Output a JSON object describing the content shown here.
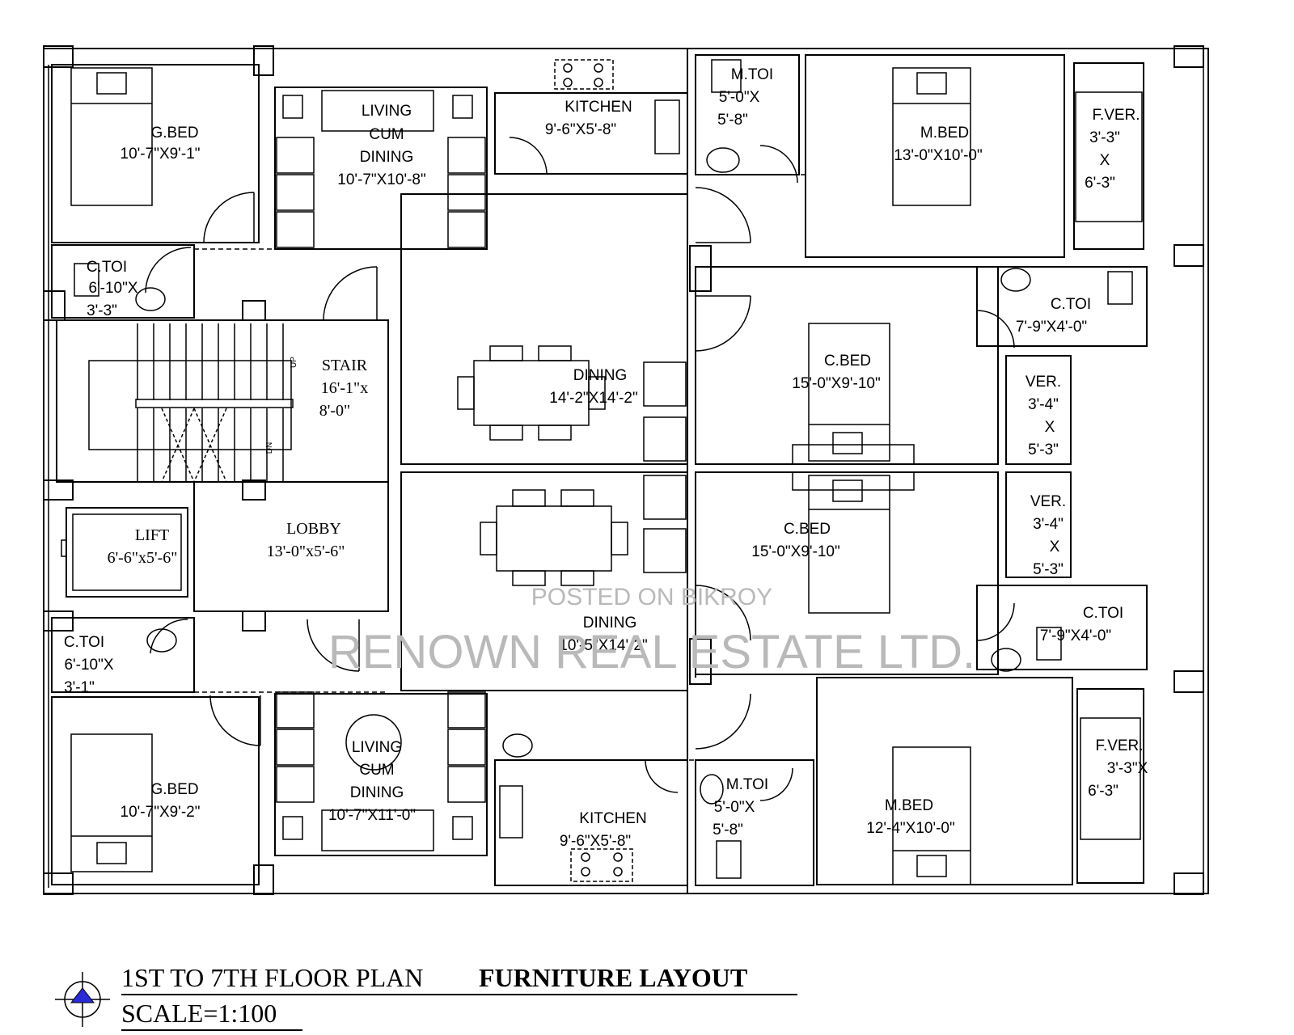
{
  "watermark": {
    "top": "POSTED ON BIKROY",
    "main": "RENOWN REAL ESTATE LTD."
  },
  "title": {
    "plan": "1ST TO 7TH FLOOR PLAN",
    "layout": "FURNITURE LAYOUT",
    "scale": "SCALE=1:100"
  },
  "stair_marks": {
    "up": "UP",
    "dn": "DN"
  },
  "rooms": {
    "gbed_top": {
      "name": "G.BED",
      "size": "10'-7\"X9'-1\""
    },
    "living_top": {
      "l1": "LIVING",
      "l2": "CUM",
      "l3": "DINING",
      "size": "10'-7\"X10'-8\""
    },
    "kitchen_top": {
      "name": "KITCHEN",
      "size": "9'-6\"X5'-8\""
    },
    "mtoi_top": {
      "name": "M.TOI",
      "size1": "5'-0\"X",
      "size2": "5'-8\""
    },
    "mbed_top": {
      "name": "M.BED",
      "size": "13'-0\"X10'-0\""
    },
    "fver_top": {
      "name": "F.VER.",
      "s1": "3'-3\"",
      "s2": "X",
      "s3": "6'-3\""
    },
    "ctoi_left_top": {
      "name": "C.TOI",
      "s1": "6'-10\"X",
      "s2": "3'-3\""
    },
    "stair": {
      "name": "STAIR",
      "s1": "16'-1\"x",
      "s2": "8'-0\""
    },
    "dining_top": {
      "name": "DINING",
      "size": "14'-2\"X14'-2\""
    },
    "cbed_top": {
      "name": "C.BED",
      "size": "15'-0\"X9'-10\""
    },
    "ctoi_right_top": {
      "name": "C.TOI",
      "size": "7'-9\"X4'-0\""
    },
    "ver_top": {
      "name": "VER.",
      "s1": "3'-4\"",
      "s2": "X",
      "s3": "5'-3\""
    },
    "lift": {
      "name": "LIFT",
      "size": "6'-6\"x5'-6\""
    },
    "lobby": {
      "name": "LOBBY",
      "size": "13'-0\"x5'-6\""
    },
    "cbed_bot": {
      "name": "C.BED",
      "size": "15'-0\"X9'-10\""
    },
    "ver_bot": {
      "name": "VER.",
      "s1": "3'-4\"",
      "s2": "X",
      "s3": "5'-3\""
    },
    "dining_bot": {
      "name": "DINING",
      "size": "10'-5\"X14'-2\""
    },
    "ctoi_right_bot": {
      "name": "C.TOI",
      "size": "7'-9\"X4'-0\""
    },
    "ctoi_left_bot": {
      "name": "C.TOI",
      "s1": "6'-10\"X",
      "s2": "3'-1\""
    },
    "gbed_bot": {
      "name": "G.BED",
      "size": "10'-7\"X9'-2\""
    },
    "living_bot": {
      "l1": "LIVING",
      "l2": "CUM",
      "l3": "DINING",
      "size": "10'-7\"X11'-0\""
    },
    "kitchen_bot": {
      "name": "KITCHEN",
      "size": "9'-6\"X5'-8\""
    },
    "mtoi_bot": {
      "name": "M.TOI",
      "size1": "5'-0\"X",
      "size2": "5'-8\""
    },
    "mbed_bot": {
      "name": "M.BED",
      "size": "12'-4\"X10'-0\""
    },
    "fver_bot": {
      "name": "F.VER.",
      "s1": "3'-3\"X",
      "s2": "6'-3\""
    }
  }
}
